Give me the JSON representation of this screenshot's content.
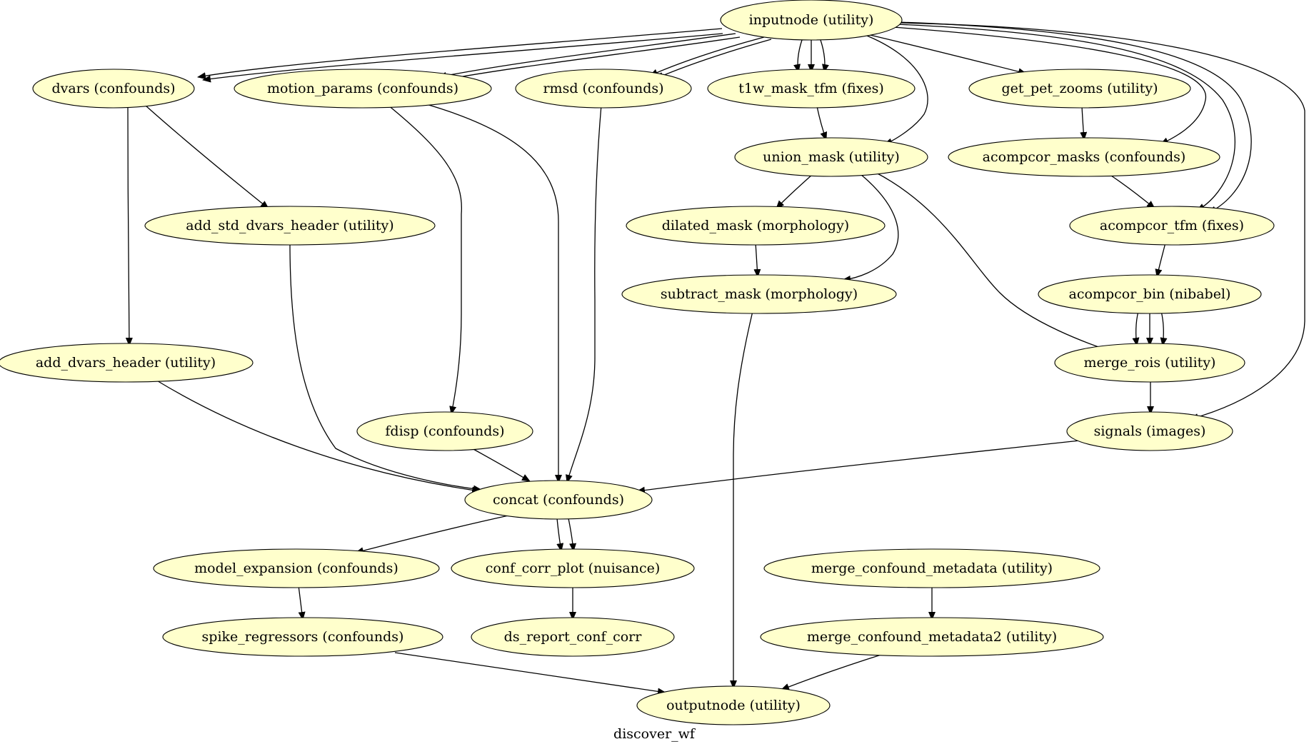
{
  "graph": {
    "caption": "discover_wf",
    "node_fill": "#ffffcc",
    "node_stroke": "#000000",
    "edge_color": "#000000"
  },
  "nodes": {
    "inputnode": "inputnode (utility)",
    "dvars": "dvars (confounds)",
    "motion_params": "motion_params (confounds)",
    "rmsd": "rmsd (confounds)",
    "t1w_mask_tfm": "t1w_mask_tfm (fixes)",
    "get_pet_zooms": "get_pet_zooms (utility)",
    "union_mask": "union_mask (utility)",
    "acompcor_masks": "acompcor_masks (confounds)",
    "add_std_dvars_header": "add_std_dvars_header (utility)",
    "dilated_mask": "dilated_mask (morphology)",
    "acompcor_tfm": "acompcor_tfm (fixes)",
    "subtract_mask": "subtract_mask (morphology)",
    "acompcor_bin": "acompcor_bin (nibabel)",
    "add_dvars_header": "add_dvars_header (utility)",
    "merge_rois": "merge_rois (utility)",
    "fdisp": "fdisp (confounds)",
    "signals": "signals (images)",
    "concat": "concat (confounds)",
    "model_expansion": "model_expansion (confounds)",
    "conf_corr_plot": "conf_corr_plot (nuisance)",
    "merge_confound_metadata": "merge_confound_metadata (utility)",
    "spike_regressors": "spike_regressors (confounds)",
    "ds_report_conf_corr": "ds_report_conf_corr",
    "merge_confound_metadata2": "merge_confound_metadata2 (utility)",
    "outputnode": "outputnode (utility)"
  },
  "edges": [
    [
      "inputnode",
      "dvars"
    ],
    [
      "inputnode",
      "dvars"
    ],
    [
      "inputnode",
      "motion_params"
    ],
    [
      "inputnode",
      "motion_params"
    ],
    [
      "inputnode",
      "rmsd"
    ],
    [
      "inputnode",
      "rmsd"
    ],
    [
      "inputnode",
      "t1w_mask_tfm"
    ],
    [
      "inputnode",
      "t1w_mask_tfm"
    ],
    [
      "inputnode",
      "t1w_mask_tfm"
    ],
    [
      "inputnode",
      "get_pet_zooms"
    ],
    [
      "inputnode",
      "union_mask"
    ],
    [
      "inputnode",
      "acompcor_masks"
    ],
    [
      "inputnode",
      "acompcor_tfm"
    ],
    [
      "inputnode",
      "acompcor_tfm"
    ],
    [
      "inputnode",
      "signals"
    ],
    [
      "dvars",
      "add_std_dvars_header"
    ],
    [
      "dvars",
      "add_dvars_header"
    ],
    [
      "motion_params",
      "fdisp"
    ],
    [
      "motion_params",
      "concat"
    ],
    [
      "rmsd",
      "concat"
    ],
    [
      "t1w_mask_tfm",
      "union_mask"
    ],
    [
      "get_pet_zooms",
      "acompcor_masks"
    ],
    [
      "union_mask",
      "dilated_mask"
    ],
    [
      "union_mask",
      "subtract_mask"
    ],
    [
      "union_mask",
      "merge_rois"
    ],
    [
      "acompcor_masks",
      "acompcor_tfm"
    ],
    [
      "add_std_dvars_header",
      "concat"
    ],
    [
      "dilated_mask",
      "subtract_mask"
    ],
    [
      "acompcor_tfm",
      "acompcor_bin"
    ],
    [
      "subtract_mask",
      "outputnode"
    ],
    [
      "acompcor_bin",
      "merge_rois"
    ],
    [
      "acompcor_bin",
      "merge_rois"
    ],
    [
      "acompcor_bin",
      "merge_rois"
    ],
    [
      "add_dvars_header",
      "concat"
    ],
    [
      "merge_rois",
      "signals"
    ],
    [
      "fdisp",
      "concat"
    ],
    [
      "signals",
      "concat"
    ],
    [
      "concat",
      "model_expansion"
    ],
    [
      "concat",
      "conf_corr_plot"
    ],
    [
      "concat",
      "conf_corr_plot"
    ],
    [
      "model_expansion",
      "spike_regressors"
    ],
    [
      "conf_corr_plot",
      "ds_report_conf_corr"
    ],
    [
      "merge_confound_metadata",
      "merge_confound_metadata2"
    ],
    [
      "spike_regressors",
      "outputnode"
    ],
    [
      "merge_confound_metadata2",
      "outputnode"
    ]
  ]
}
